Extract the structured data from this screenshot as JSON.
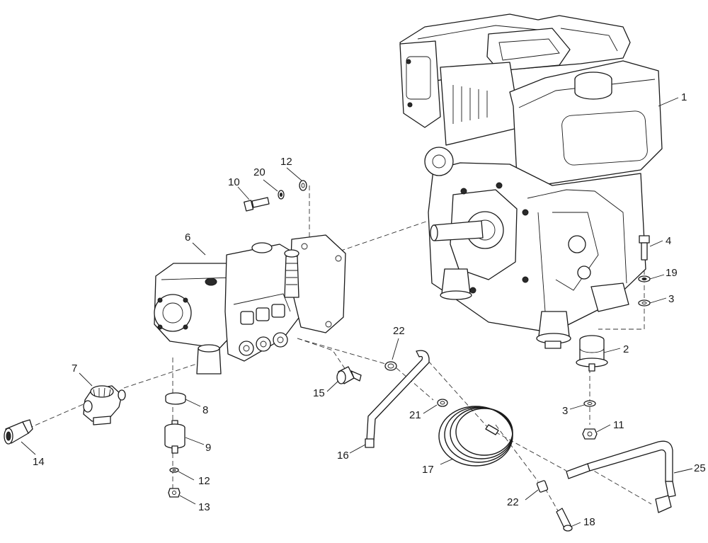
{
  "diagram": {
    "parts": [
      {
        "id": "engine",
        "label": "1"
      },
      {
        "id": "engine-mount-isolator",
        "label": "2"
      },
      {
        "id": "engine-washer-upper",
        "label": "3"
      },
      {
        "id": "engine-washer-lower",
        "label": "3"
      },
      {
        "id": "engine-bolt",
        "label": "4"
      },
      {
        "id": "pump",
        "label": "6"
      },
      {
        "id": "unloader-valve",
        "label": "7"
      },
      {
        "id": "pump-spacer",
        "label": "8"
      },
      {
        "id": "pump-mount-isolator",
        "label": "9"
      },
      {
        "id": "pump-bolt",
        "label": "10"
      },
      {
        "id": "engine-nut",
        "label": "11"
      },
      {
        "id": "pump-washer-upper",
        "label": "12"
      },
      {
        "id": "pump-washer-lower",
        "label": "12"
      },
      {
        "id": "pump-nut",
        "label": "13"
      },
      {
        "id": "quick-connect",
        "label": "14"
      },
      {
        "id": "hose-fitting",
        "label": "15"
      },
      {
        "id": "bypass-tube",
        "label": "16"
      },
      {
        "id": "coiled-hose",
        "label": "17"
      },
      {
        "id": "hose-end-fitting",
        "label": "18"
      },
      {
        "id": "engine-lock-washer",
        "label": "19"
      },
      {
        "id": "pump-lock-washer",
        "label": "20"
      },
      {
        "id": "hose-clamp",
        "label": "21"
      },
      {
        "id": "clamp-upper",
        "label": "22"
      },
      {
        "id": "clamp-lower",
        "label": "22"
      },
      {
        "id": "high-pressure-hose",
        "label": "25"
      }
    ]
  }
}
